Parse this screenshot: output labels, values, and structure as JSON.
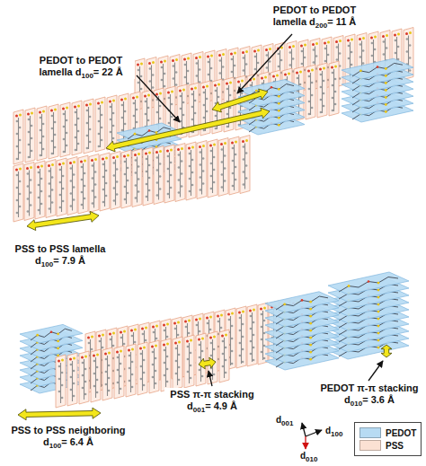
{
  "diagram": {
    "labels": [
      "PEDOT to PEDOT lamella d200= 11 Å",
      "PEDOT to PEDOT lamella d100= 22 Å",
      "PSS to PSS lamella d100= 7.9 Å",
      "PSS to PSS neighboring d100= 6.4 Å",
      "PSS π-π stacking d001= 4.9 Å",
      "PEDOT π-π stacking d010= 3.6 Å",
      "d001",
      "d010",
      "d100"
    ],
    "legend": [
      {
        "text": "PEDOT",
        "color": "#b7dbf3"
      },
      {
        "text": "PSS",
        "color": "#fbe1d3"
      }
    ]
  }
}
